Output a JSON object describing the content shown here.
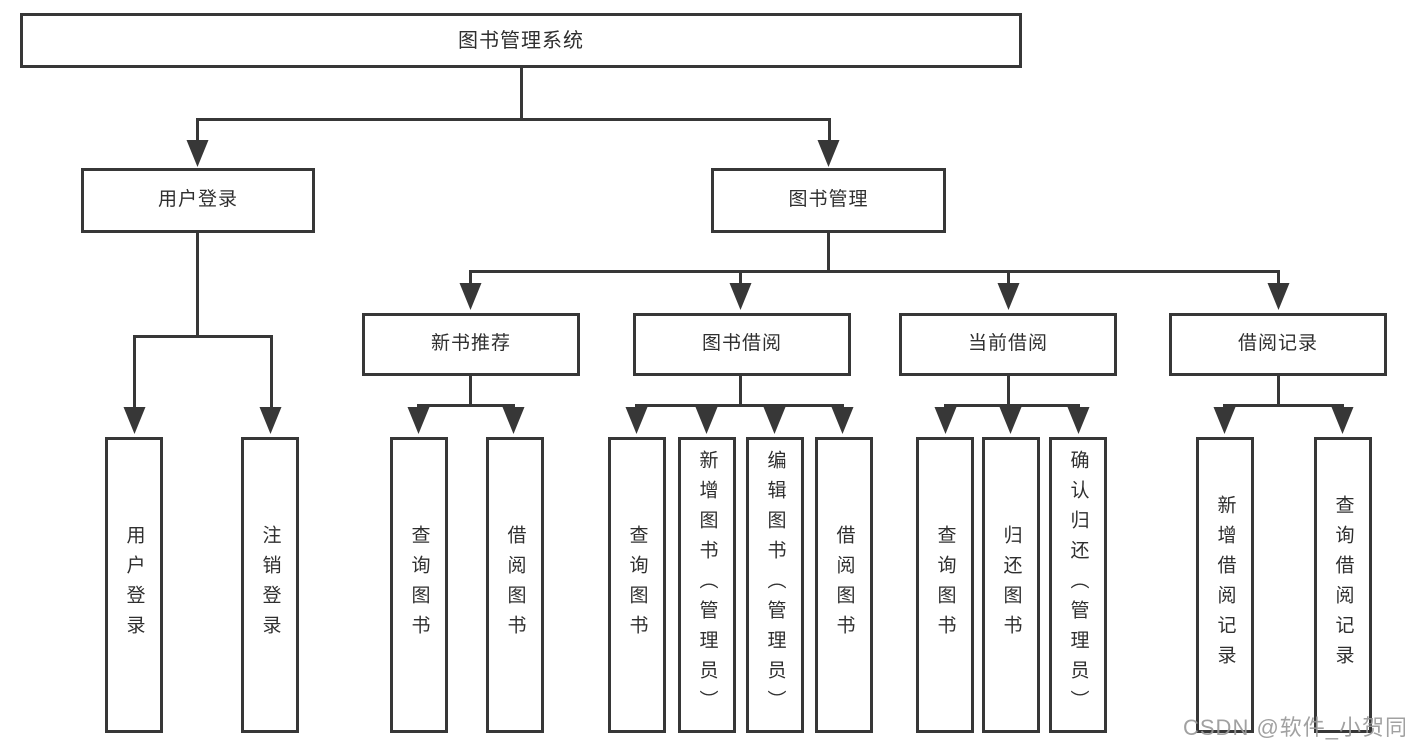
{
  "nodes": {
    "root": "图书管理系统",
    "l2": [
      "用户登录",
      "图书管理"
    ],
    "l3": [
      "新书推荐",
      "图书借阅",
      "当前借阅",
      "借阅记录"
    ],
    "leaves_login": [
      "用户登录",
      "注销登录"
    ],
    "leaves_newbook": [
      "查询图书",
      "借阅图书"
    ],
    "leaves_borrow": [
      "查询图书",
      "新增图书（管理员）",
      "编辑图书（管理员）",
      "借阅图书"
    ],
    "leaves_current": [
      "查询图书",
      "归还图书",
      "确认归还（管理员）"
    ],
    "leaves_record": [
      "新增借阅记录",
      "查询借阅记录"
    ]
  },
  "watermark": "CSDN @软件_小贺同学",
  "colors": {
    "line": "#373737",
    "text": "#2f2f2f",
    "watermark": "#9a9a9a",
    "background": "#ffffff"
  }
}
